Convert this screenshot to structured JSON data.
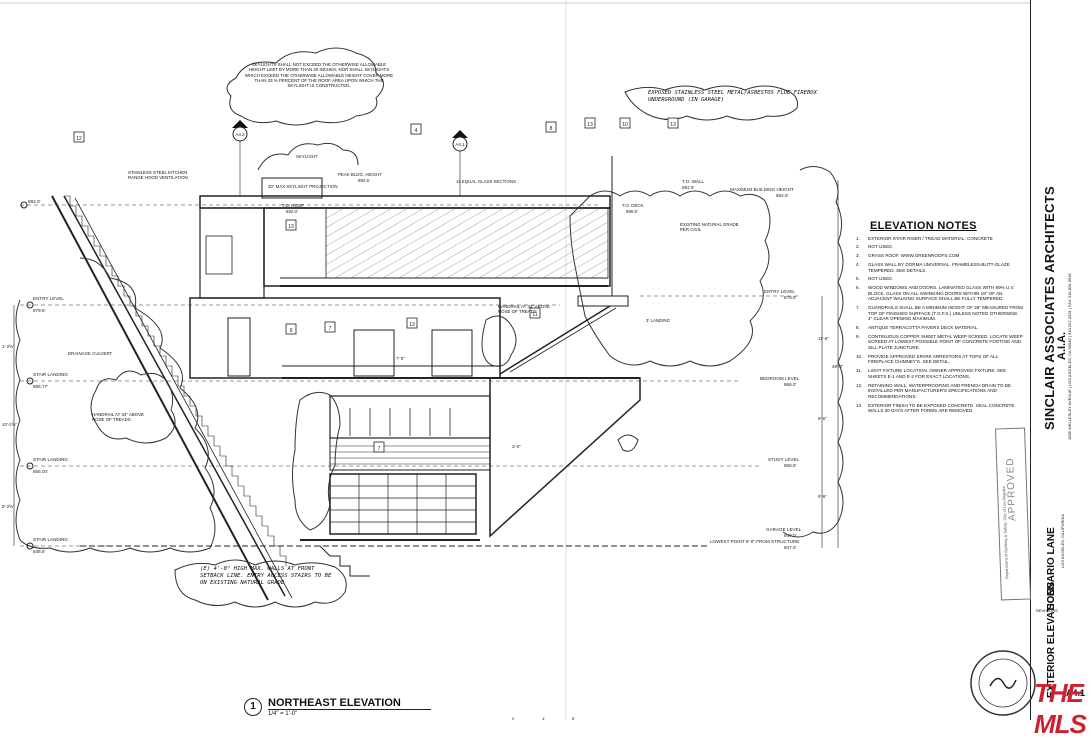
{
  "drawing": {
    "view_number": "1",
    "view_title": "NORTHEAST ELEVATION",
    "scale": "1/4\" = 1'-0\"",
    "scale_bar_labels": [
      "0",
      "4'",
      "8'"
    ]
  },
  "levels": {
    "left": [
      {
        "name": "ENTRY LEVEL",
        "elev": "879.5'"
      },
      {
        "name": "STAIR LANDING",
        "elev": "866.77'"
      },
      {
        "name": "STAIR LANDING",
        "elev": "856.04'"
      },
      {
        "name": "STAIR LANDING",
        "elev": "848.6'"
      }
    ],
    "right": [
      {
        "name": "T.O. WALL",
        "elev": "892.5'"
      },
      {
        "name": "MAXIMUM BUILDING HEIGHT",
        "elev": "892.5'"
      },
      {
        "name": "ENTRY LEVEL",
        "elev": "879.5'"
      },
      {
        "name": "BEDROOM LEVEL",
        "elev": "866.0'"
      },
      {
        "name": "STUDY LEVEL",
        "elev": "856.5'"
      },
      {
        "name": "GARAGE LEVEL",
        "elev": "849.0'"
      },
      {
        "name": "LOWEST POINT 5'-0\" FROM STRUCTURE",
        "elev": "847.0'"
      }
    ],
    "top": [
      {
        "name": "PEAK BLDG. HEIGHT",
        "elev": "892.5'"
      },
      {
        "name": "T.O. ROOF",
        "elev": "892.0'"
      },
      {
        "name": "T.O. DECK",
        "elev": "880.5'"
      }
    ],
    "left_top": "892.0'"
  },
  "dimensions": [
    "1'-2⅝\"",
    "10'-2⅝\"",
    "9'-2⅝\"",
    "10'-2⅝\"",
    "11'-6\"",
    "48'-0\"",
    "9'-6\"",
    "9'-6\"",
    "3'-0\"",
    "7'-0\""
  ],
  "callouts": {
    "skylight_note": "SKYLIGHTS SHALL NOT EXCEED THE OTHERWISE ALLOWABLE HEIGHT LIMIT BY MORE THAN 30 INCHES, NOR SHALL SKYLIGHTS WHICH EXCEED THE OTHERWISE ALLOWABLE HEIGHT COVER MORE THAN 33 % PERCENT OF THE ROOF AREA UPON WHICH THE SKYLIGHT IS CONSTRUCTED.",
    "steel_handwritten": "EXPOSED STAINLESS STEEL METAL/ASBESTOS FLUE FIREBOX UNDERGROUND (IN GARAGE)",
    "skylight": "SKYLIGHT",
    "skylight_projection": "30\" MAX SKYLIGHT PROJECTION",
    "hood": "STAINLESS STEEL KITCHEN RANGE HOOD VENTILATION",
    "equal_glass": "11 EQUAL GLASS SECTIONS",
    "existing_grade": "EXISTING NATURAL GRADE PER CIVIL",
    "handrail_1": "HANDRAIL AT 34\" ABOVE NOSE OF TREADS",
    "handrail_2": "HANDRAIL AT 34\" ABOVE NOSE OF TREADS",
    "landing": "3' LANDING",
    "drainage": "DRAINAGE CULVERT",
    "wall_note": "(E) 4'-0\" HIGH MAX. WALLS AT FRONT SETBACK LINE. ENTRY ACCESS STAIRS TO BE ON EXISTING NATURAL GRADE"
  },
  "keynotes": [
    "12",
    "4",
    "8",
    "7",
    "10",
    "13",
    "13",
    "7",
    "13",
    "9",
    "11",
    "13",
    "A4.2",
    "A4.1"
  ],
  "elevation_notes": {
    "title": "ELEVATION NOTES",
    "items": [
      {
        "n": "1.",
        "t": "EXTERIOR STAIR RISER / TREAD MATERIAL: CONCRETE"
      },
      {
        "n": "2.",
        "t": "NOT USED."
      },
      {
        "n": "3.",
        "t": "GRASS ROOF. WWW.GREENROOFS.COM"
      },
      {
        "n": "4.",
        "t": "GLASS WALL BY DORMA UNIVERSAL. FRAMELESS-BUTT-GLAZE TEMPERED. SEE DETAILS."
      },
      {
        "n": "5.",
        "t": "NOT USED."
      },
      {
        "n": "6.",
        "t": "WOOD WINDOWS AND DOORS. LAMINATED GLASS WITH 99% U.V. BLOCK. GLASS ON ALL SWINGING DOORS WITHIN 18\" OF AN ADJACENT WALKING SURFACE SHALL BE FULLY TEMPERED."
      },
      {
        "n": "7.",
        "t": "GUARDRAILS SHALL BE A MINIMUM HEIGHT OF 36\" MEASURED FROM TOP OF FINISHED SURFACE (T.O.F.S.) UNLESS NOTED OTHERWISE. 4\" CLEAR OPENING MAXIMUM."
      },
      {
        "n": "8.",
        "t": "ANTIQUE TERRACOTTA PAVERS DECK MATERIAL."
      },
      {
        "n": "9.",
        "t": "CONTINUOUS COPPER SHEET METAL WEEP SCREED. LOCATE WEEP SCREED AT LOWEST POSSIBLE POINT OF CONCRETE FOOTING AND SILL PLATE JUNCTURE."
      },
      {
        "n": "10.",
        "t": "PROVIDE APPROVED SPARK ARRESTORS AT TOPS OF ALL FIREPLACE CHIMNEY'S. SEE DETAIL."
      },
      {
        "n": "11.",
        "t": "LIGHT FIXTURE LOCATION. OWNER APPROVED FIXTURE. SEE SHEETS E-1 AND E-2 FOR EXACT LOCATIONS."
      },
      {
        "n": "12.",
        "t": "RETAINING WALL. WATERPROOFING AND FRENCH DRAIN TO BE INSTALLED PER MANUFACTURER'S SPECIFICATIONS AND RECOMMENDATIONS."
      },
      {
        "n": "13.",
        "t": "EXTERIOR FINISH TO BE EXPOSED CONCRETE. SEAL CONCRETE WALLS 30 DAYS AFTER FORMS ARE REMOVED."
      }
    ]
  },
  "title_block": {
    "firm": "SINCLAIR ASSOCIATES ARCHITECTS",
    "firm_suffix": "A.I.A.",
    "firm_address": "1685 WELLESLEY AVENUE | LOS ANGELES, CA 90049 | 310-207-0331 | FAX 310-826-6918",
    "project": "SCENARIO LANE",
    "project_city": "LOS ANGELES, CALIFORNIA",
    "sheet_title": "EXTERIOR ELEVATIONS",
    "stamp_approved": "APPROVED",
    "stamp_dept": "Department of Building & Safety, City of Los Angeles",
    "revisions": "REVISIONS",
    "sheet_no": "A4.1"
  },
  "watermark": {
    "brand": "THE MLS",
    "color": "#d01f2f"
  }
}
